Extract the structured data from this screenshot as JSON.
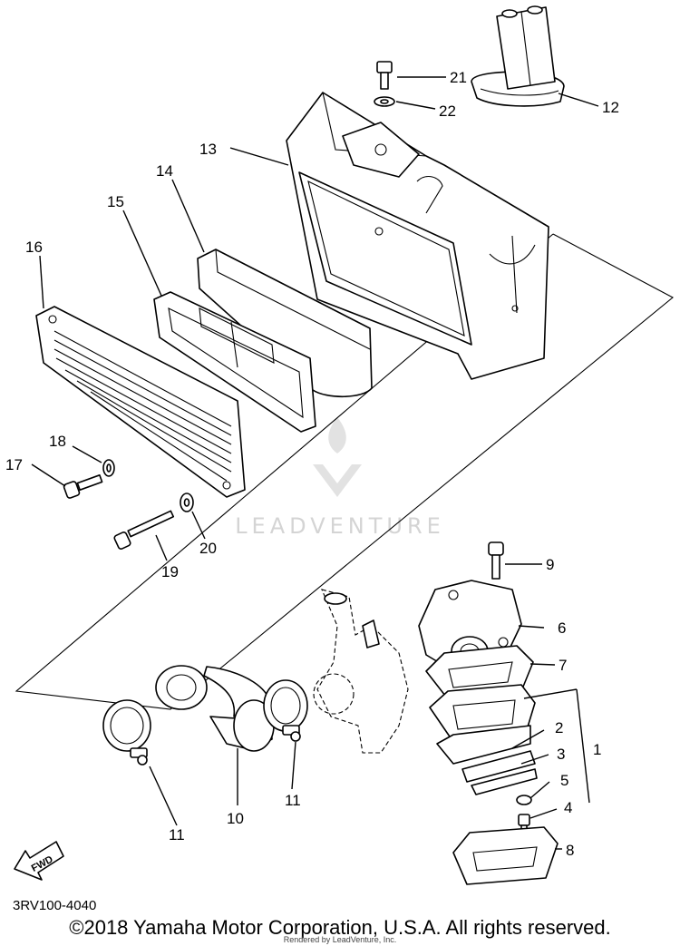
{
  "diagram_code": "3RV100-4040",
  "copyright": "©2018 Yamaha Motor Corporation, U.S.A. All rights reserved.",
  "rendered_by": "Rendered by LeadVenture, Inc.",
  "watermark": "LEADVENTURE",
  "fwd_label": "FWD",
  "callouts": {
    "p1": "1",
    "p2": "2",
    "p3": "3",
    "p4": "4",
    "p5": "5",
    "p6": "6",
    "p7": "7",
    "p8": "8",
    "p9": "9",
    "p10": "10",
    "p11a": "11",
    "p11b": "11",
    "p12": "12",
    "p13": "13",
    "p14": "14",
    "p15": "15",
    "p16": "16",
    "p17": "17",
    "p18": "18",
    "p19": "19",
    "p20": "20",
    "p21": "21",
    "p22": "22"
  }
}
